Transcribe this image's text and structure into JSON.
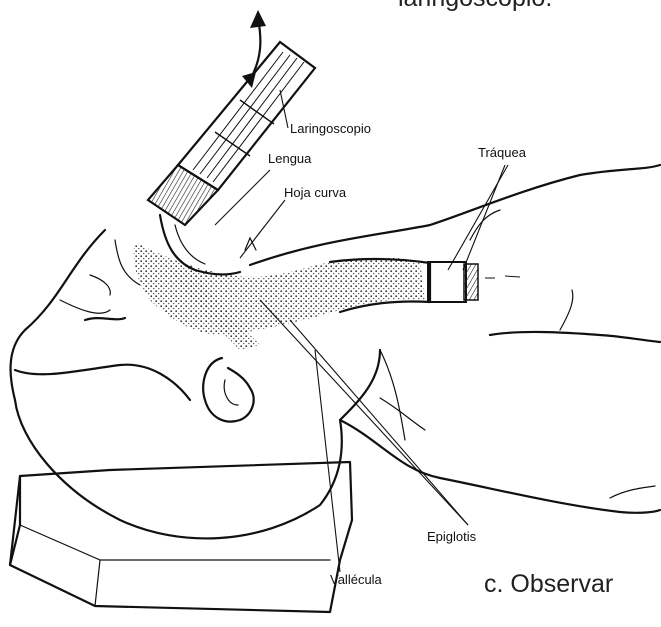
{
  "header": {
    "partial_title": "laringoscopio."
  },
  "labels": {
    "laringoscopio": "Laringoscopio",
    "lengua": "Lengua",
    "hoja_curva": "Hoja curva",
    "traquea": "Tráquea",
    "epiglotis": "Epiglotis",
    "vallecula": "Vallécula"
  },
  "caption": "c. Observar",
  "colors": {
    "ink": "#111111",
    "background": "#ffffff",
    "stipple": "#333333"
  }
}
